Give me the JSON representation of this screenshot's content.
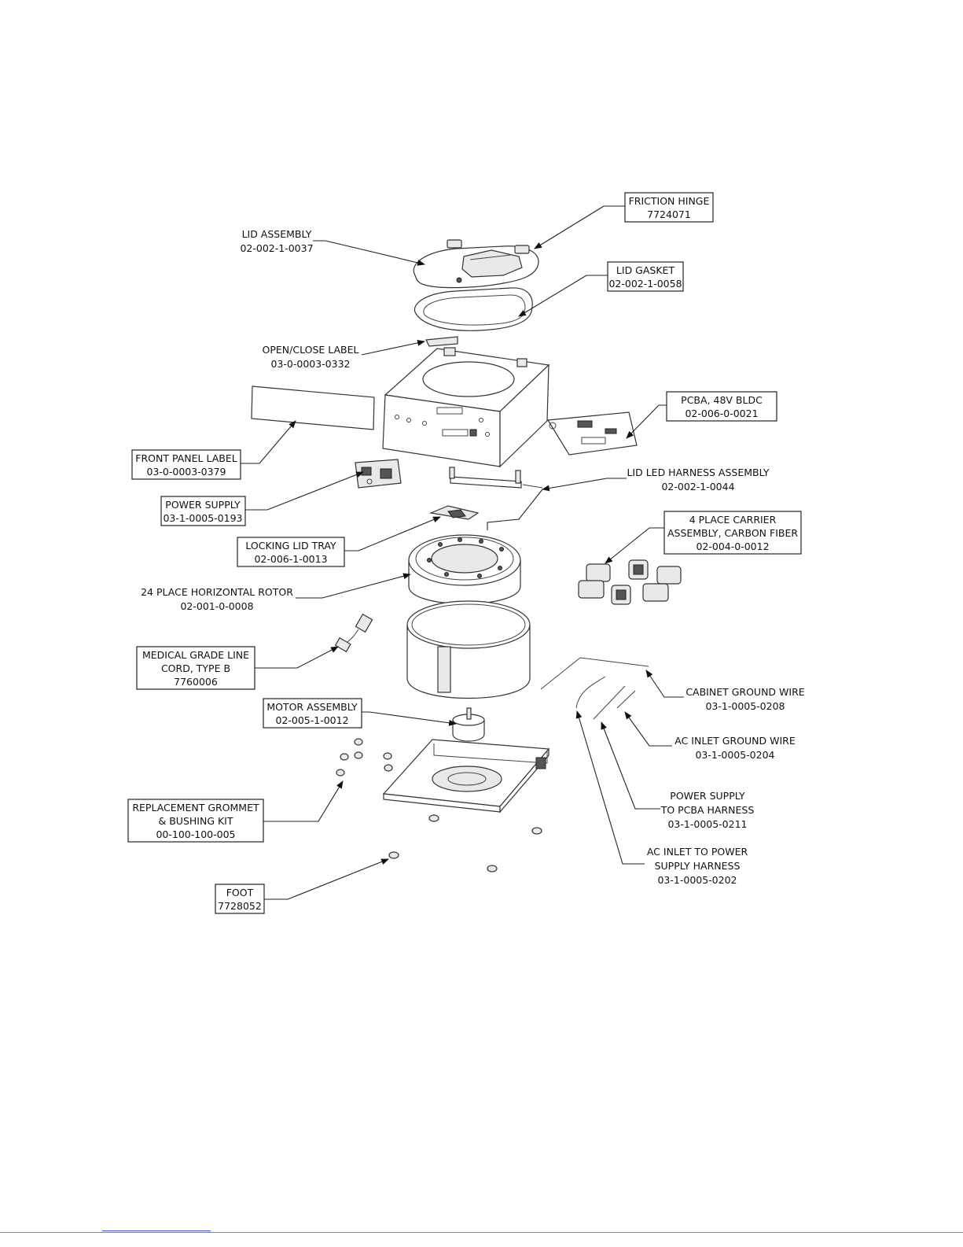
{
  "labels": {
    "friction_hinge": [
      "FRICTION HINGE",
      "7724071"
    ],
    "lid_assembly": [
      "LID ASSEMBLY",
      "02-002-1-0037"
    ],
    "lid_gasket": [
      "LID GASKET",
      "02-002-1-0058"
    ],
    "open_close_label": [
      "OPEN/CLOSE LABEL",
      "03-0-0003-0332"
    ],
    "pcba": [
      "PCBA, 48V BLDC",
      "02-006-0-0021"
    ],
    "front_panel_label": [
      "FRONT PANEL LABEL",
      "03-0-0003-0379"
    ],
    "lid_led_harness": [
      "LID LED HARNESS ASSEMBLY",
      "02-002-1-0044"
    ],
    "power_supply": [
      "POWER SUPPLY",
      "03-1-0005-0193"
    ],
    "carrier_assembly": [
      "4 PLACE CARRIER",
      "ASSEMBLY, CARBON FIBER",
      "02-004-0-0012"
    ],
    "locking_lid_tray": [
      "LOCKING LID TRAY",
      "02-006-1-0013"
    ],
    "rotor": [
      "24 PLACE HORIZONTAL ROTOR",
      "02-001-0-0008"
    ],
    "line_cord": [
      "MEDICAL GRADE LINE",
      "CORD, TYPE B",
      "7760006"
    ],
    "cabinet_ground_wire": [
      "CABINET GROUND WIRE",
      "03-1-0005-0208"
    ],
    "motor_assembly": [
      "MOTOR ASSEMBLY",
      "02-005-1-0012"
    ],
    "ac_inlet_ground_wire": [
      "AC INLET GROUND WIRE",
      "03-1-0005-0204"
    ],
    "grommet_kit": [
      "REPLACEMENT GROMMET",
      "& BUSHING KIT",
      "00-100-100-005"
    ],
    "ps_to_pcba_harness": [
      "POWER SUPPLY",
      "TO PCBA HARNESS",
      "03-1-0005-0211"
    ],
    "ac_inlet_to_ps_harness": [
      "AC INLET TO POWER",
      "SUPPLY HARNESS",
      "03-1-0005-0202"
    ],
    "foot": [
      "FOOT",
      "7728052"
    ]
  }
}
